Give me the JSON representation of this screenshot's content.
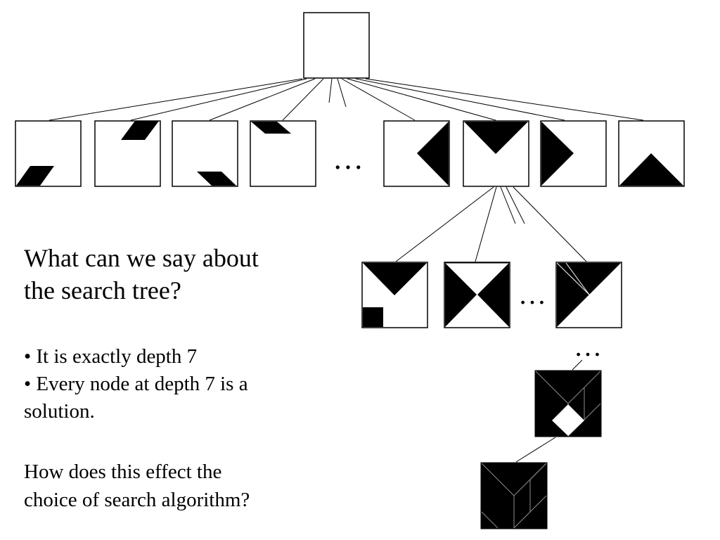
{
  "slide": {
    "question_lines": [
      "What can we say about",
      "the search tree?"
    ],
    "points": [
      "• It is exactly depth 7",
      "• Every node at depth 7 is a",
      "solution."
    ],
    "followup_lines": [
      "How does this effect the",
      "choice of search algorithm?"
    ]
  },
  "diagram": {
    "ellipsis": "…",
    "ellipsis_small": "• • •",
    "colors": {
      "ink": "#000000",
      "paper": "#ffffff",
      "edge_light": "#8c8c8c"
    }
  }
}
